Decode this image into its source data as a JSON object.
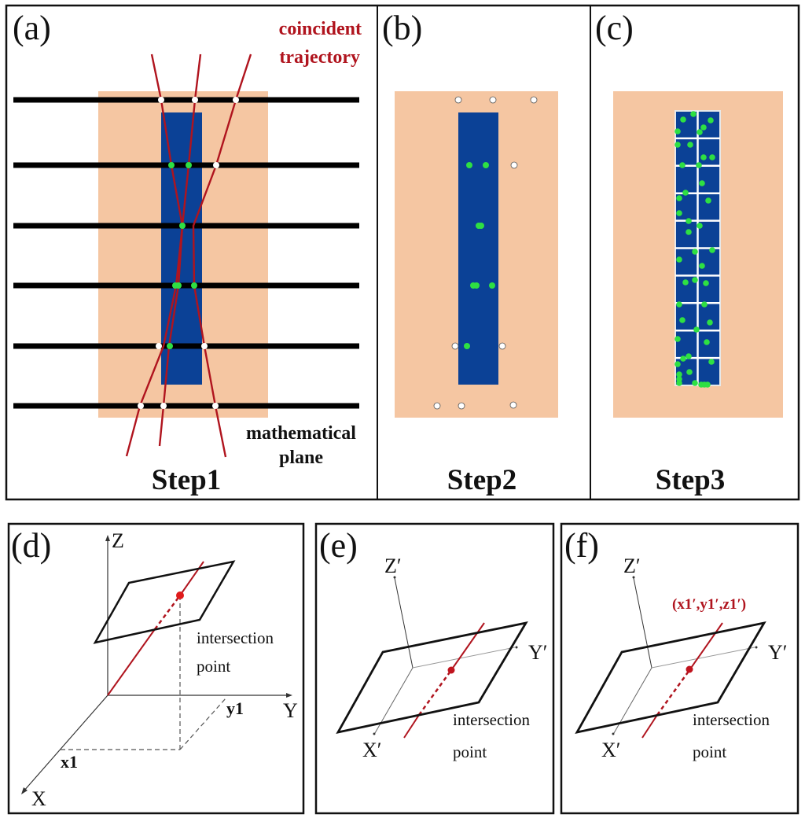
{
  "figure": {
    "colors": {
      "plane_background": "#f5c6a2",
      "detector_strip": "#0b4196",
      "trajectory": "#b0141e",
      "hit_in_strip": "#2ee043",
      "hit_outside": "#ffffff",
      "grid_line": "#ffffff",
      "intersection_point": "#e01b1b"
    },
    "panels": {
      "a": {
        "label": "(a)",
        "step": "Step1",
        "annotation_trajectory": [
          "coincident",
          "trajectory"
        ],
        "annotation_plane": [
          "mathematical",
          "plane"
        ],
        "plane_count": 6,
        "trajectory_count": 3
      },
      "b": {
        "label": "(b)",
        "step": "Step2"
      },
      "c": {
        "label": "(c)",
        "step": "Step3",
        "grid_columns": 2,
        "grid_rows": 10
      },
      "d": {
        "label": "(d)",
        "axis_z": "Z",
        "axis_y": "Y",
        "axis_x": "X",
        "tick_y": "y1",
        "tick_x": "x1",
        "note": [
          "intersection",
          "point"
        ]
      },
      "e": {
        "label": "(e)",
        "axis_z": "Z′",
        "axis_y": "Y′",
        "axis_x": "X′",
        "note": [
          "intersection",
          "point"
        ]
      },
      "f": {
        "label": "(f)",
        "axis_z": "Z′",
        "axis_y": "Y′",
        "axis_x": "X′",
        "coordinate": "(x1′,y1′,z1′)",
        "note": [
          "intersection",
          "point"
        ]
      }
    }
  }
}
